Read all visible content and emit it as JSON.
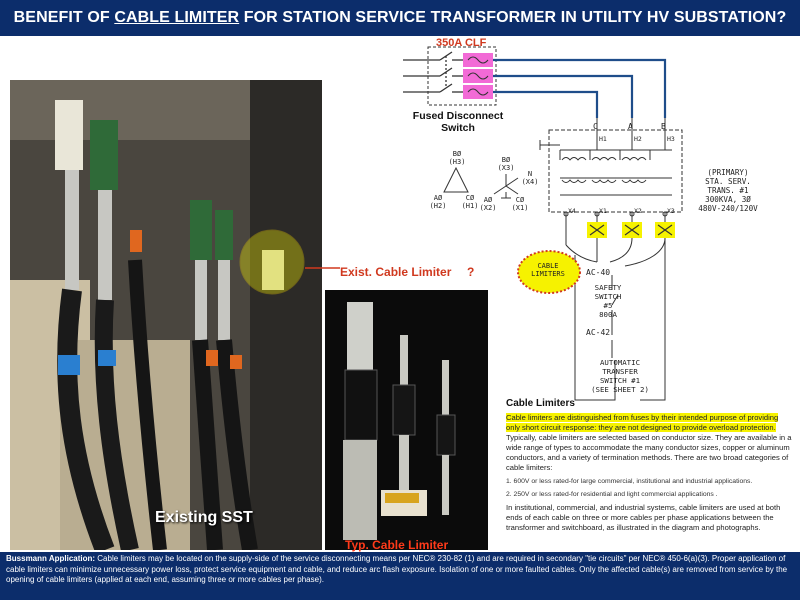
{
  "title": {
    "before": "BENEFIT OF ",
    "underlined": "CABLE LIMITER",
    "after": " FOR STATION SERVICE TRANSFORMER IN UTILITY HV SUBSTATION?"
  },
  "fuse": {
    "rating_label": "350A CLF",
    "switch_label_line1": "Fused Disconnect",
    "switch_label_line2": "Switch"
  },
  "phases": {
    "primary_top": [
      "C",
      "A",
      "B"
    ],
    "primary_terms": [
      "H1",
      "H2",
      "H3"
    ],
    "secondary_terms": [
      "X4",
      "X1",
      "X2",
      "X3"
    ]
  },
  "vector": {
    "delta": {
      "top": "BØ",
      "top_sub": "(H3)",
      "left": "AØ",
      "left_sub": "(H2)",
      "right": "CØ",
      "right_sub": "(H1)"
    },
    "wye": {
      "top": "BØ",
      "top_sub": "(X3)",
      "n": "N",
      "n_sub": "(X4)",
      "left": "AØ",
      "left_sub": "(X2)",
      "right": "CØ",
      "right_sub": "(X1)"
    }
  },
  "transformer": {
    "line1": "(PRIMARY)",
    "line2": "STA. SERV.",
    "line3": "TRANS. #1",
    "line4": "300KVA, 3Ø",
    "line5": "480V-240/120V"
  },
  "cable_limiters_tag": {
    "line1": "CABLE",
    "line2": "LIMITERS"
  },
  "ac40": "AC-40",
  "safety_switch": {
    "line1": "SAFETY",
    "line2": "SWITCH",
    "line3": "#5",
    "line4": "800A"
  },
  "ac42": "AC-42",
  "ats": {
    "line1": "AUTOMATIC",
    "line2": "TRANSFER",
    "line3": "SWITCH #1",
    "line4": "(SEE SHEET 2)"
  },
  "labels": {
    "existing_cable_limiter": "Exist. Cable Limiter",
    "question": "?",
    "existing_sst": "Existing SST",
    "typical_cable_limiter": "Typ. Cable Limiter"
  },
  "description": {
    "heading": "Cable Limiters",
    "p1_highlight": "Cable limiters are distinguished from fuses by their intended purpose of providing only short circuit response: they are not designed to provide overload protection.",
    "p1_rest": " Typically, cable limiters are selected based on conductor size. They are available in a wide range of types to accommodate the many conductor sizes, copper or aluminum conductors, and a variety of termination methods. There are two broad categories of cable limiters:",
    "item1": "1. 600V or less rated-for large commercial, institutional and industrial applications.",
    "item2": "2. 250V or less rated-for residential and light commercial applications .",
    "p2": "In institutional, commercial, and industrial systems, cable limiters are used at both ends of each cable on three or more cables per phase applications between the transformer and switchboard, as illustrated in the diagram and photographs."
  },
  "footer": {
    "bold": "Bussmann Application:",
    "text": " Cable limiters may be located on the supply-side of the service disconnecting means per NEC® 230-82 (1) and are required in secondary \"tie circuits\" per NEC® 450-6(a)(3). Proper application of cable limiters can minimize unnecessary power loss, protect service equipment and cable, and reduce arc flash exposure. Isolation of one or more faulted cables. Only the affected cable(s) are removed from service by the opening of cable limiters (applied at each end, assuming three or more cables per phase)."
  },
  "colors": {
    "header_bg": "#0c2d6b",
    "wire_blue": "#1f4d8a",
    "fuse_pink": "#f26ad6",
    "callout_red": "#d0391f",
    "highlight_yellow": "#f6f200"
  }
}
